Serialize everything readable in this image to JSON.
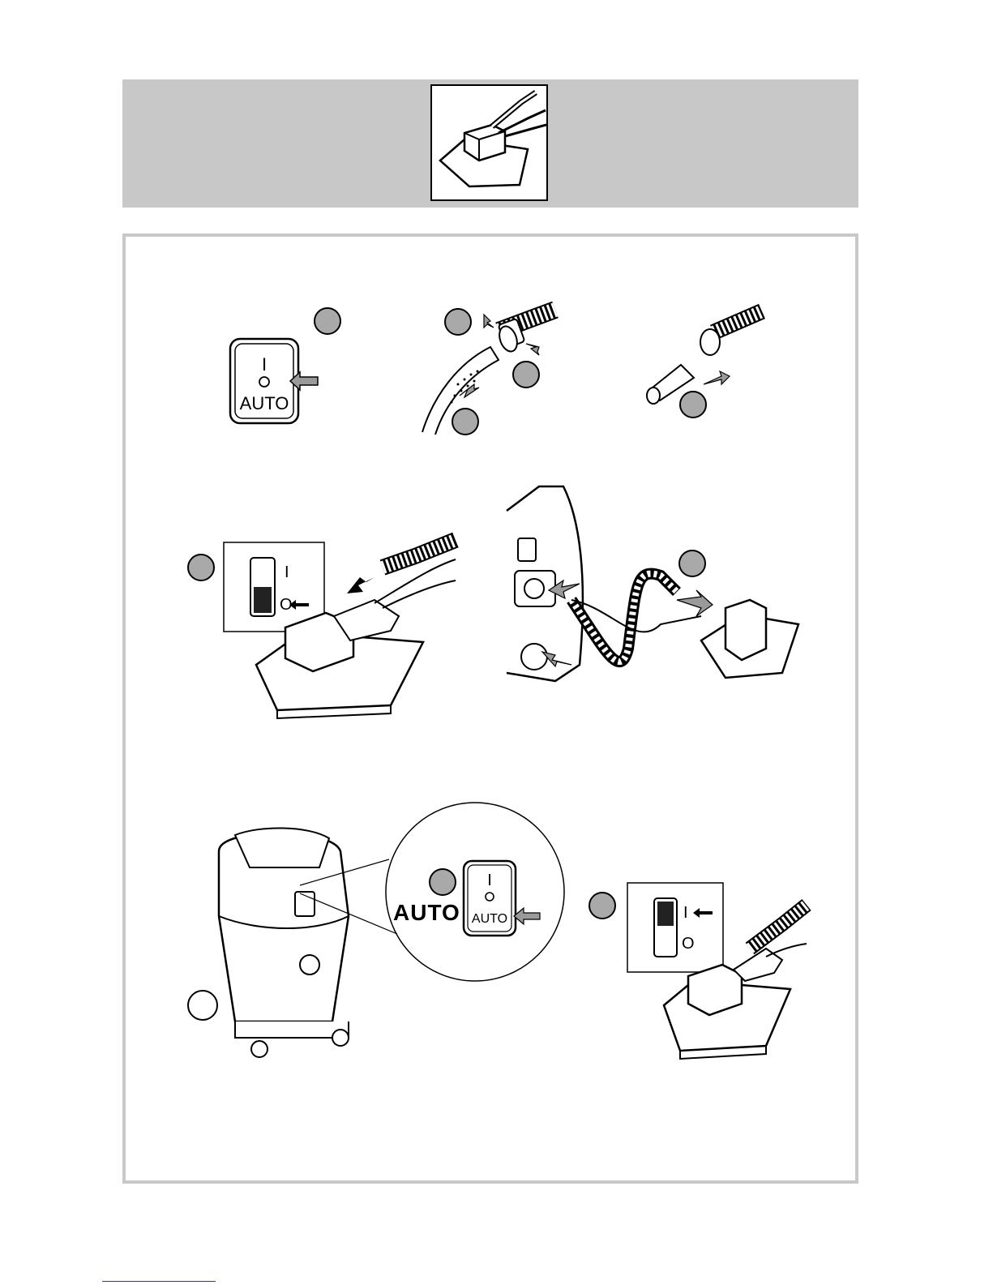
{
  "panel1": {
    "switch_top": "I",
    "switch_auto": "AUTO"
  },
  "panel5": {
    "switch_on": "I",
    "switch_off": "O"
  },
  "panel7": {
    "callout_label": "AUTO",
    "switch_top": "I",
    "switch_auto": "AUTO"
  },
  "panel8": {
    "switch_on": "I",
    "switch_off": "O"
  },
  "colors": {
    "band": "#c8c8c8",
    "step_circle": "#a9a9a9",
    "arrow": "#9a9a9a"
  },
  "icons": [
    "nozzle-icon",
    "auto-switch-icon",
    "hose-icon",
    "adapter-icon",
    "rocker-switch-icon",
    "vacuum-cleaner-icon",
    "arrow-icon"
  ]
}
